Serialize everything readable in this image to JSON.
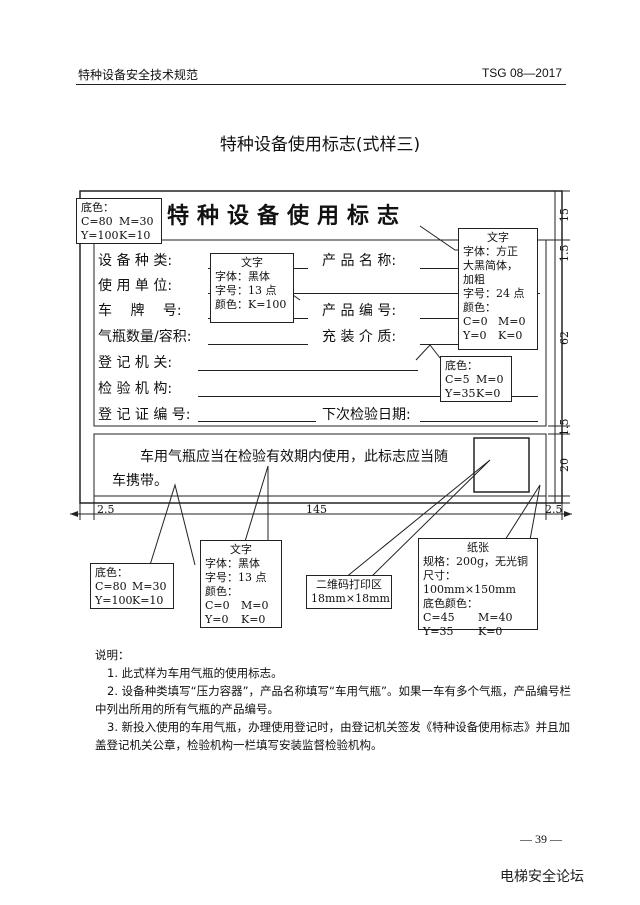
{
  "header": {
    "left": "特种设备安全技术规范",
    "right": "TSG 08—2017"
  },
  "page_title": "特种设备使用标志(式样三)",
  "sign": {
    "title": "特种设备使用标志",
    "fields": {
      "equipment_type": "设 备 种 类:",
      "product_name": "产 品 名 称:",
      "user_unit": "使 用 单 位:",
      "plate": "车　 牌 　号:",
      "product_no": "产 品 编 号:",
      "cylinder_qty": "气瓶数量/容积:",
      "medium": "充 装 介 质:",
      "reg_authority": "登 记 机 关:",
      "inspection_org": "检 验 机 构:",
      "reg_cert_no": "登 记 证 编 号:",
      "next_date": "下次检验日期:"
    },
    "footer_text_line1": "车用气瓶应当在检验有效期内使用，此标志应当随",
    "footer_text_line2": "车携带。"
  },
  "callouts": {
    "top_left": {
      "l1": "底色：",
      "l2a": "C=80",
      "l2b": "M=30",
      "l3a": "Y=100",
      "l3b": "K=10"
    },
    "font_a": {
      "l1": "文字",
      "l2": "字体：黑体",
      "l3": "字号：13 点",
      "l4": "颜色：K=100"
    },
    "font_b": {
      "l1": "文字",
      "l2": "字体：方正",
      "l3": "大黑简体，",
      "l4": "加粗",
      "l5": "字号：24 点",
      "l6": "颜色：",
      "l7a": "C=0",
      "l7b": "M=0",
      "l8a": "Y=0",
      "l8b": "K=0"
    },
    "bg_right": {
      "l1": "底色：",
      "l2a": "C=5",
      "l2b": "M=0",
      "l3a": "Y=35",
      "l3b": "K=0"
    },
    "bottom_left": {
      "l1": "底色：",
      "l2a": "C=80",
      "l2b": "M=30",
      "l3a": "Y=100",
      "l3b": "K=10"
    },
    "font_c": {
      "l1": "文字",
      "l2": "字体：黑体",
      "l3": "字号：13 点",
      "l4": "颜色：",
      "l5a": "C=0",
      "l5b": "M=0",
      "l6a": "Y=0",
      "l6b": "K=0"
    },
    "qr": {
      "l1": "二维码打印区",
      "l2": "18mm×18mm"
    },
    "paper": {
      "l1": "纸张",
      "l2": "规格：200g，无光铜",
      "l3": "尺寸：100mm×150mm",
      "l4": "底色颜色：",
      "l5a": "C=45",
      "l5b": "M=40",
      "l6a": "Y=35",
      "l6b": "K=0"
    }
  },
  "dims": {
    "d15a": "15",
    "d15b": "1.5",
    "d62": "62",
    "d15c": "1.5",
    "d20": "20",
    "d25a": "2.5",
    "d145": "145",
    "d25b": "2.5"
  },
  "notes": {
    "heading": "说明：",
    "n1": "1. 此式样为车用气瓶的使用标志。",
    "n2": "2. 设备种类填写“压力容器”，产品名称填写“车用气瓶”。如果一车有多个气瓶，产品编号栏中列出所用的所有气瓶的产品编号。",
    "n3": "3. 新投入使用的车用气瓶，办理使用登记时，由登记机关签发《特种设备使用标志》并且加盖登记机关公章，检验机构一栏填写安装监督检验机构。"
  },
  "page_number": "— 39 —",
  "watermark": "电梯安全论坛"
}
